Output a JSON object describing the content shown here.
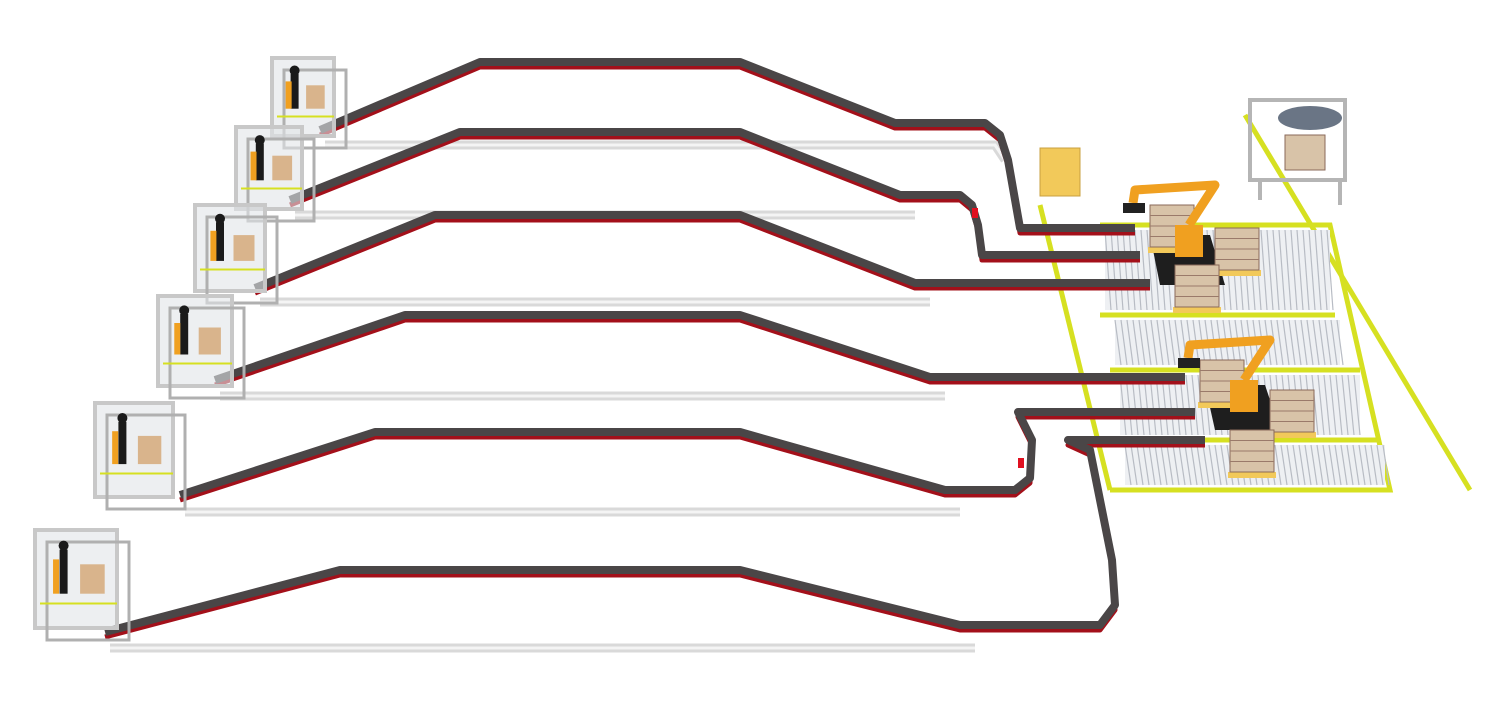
{
  "colors": {
    "background": "#ffffff",
    "conveyor_belt": "#4a4647",
    "conveyor_edge": "#a3101a",
    "return_rail": "#d9d9d9",
    "safety_frame": "#d6e021",
    "robot": "#f0a020",
    "station_frame": "#c8c8c8",
    "pallet_load": "#d8c3a8"
  },
  "scene": {
    "packing_station_count": 6,
    "conveyor_line_count": 6,
    "palletizing_robot_count": 2,
    "icons": [
      "packing-station-icon",
      "conveyor-icon",
      "palletizing-robot-icon",
      "pallet-icon",
      "stretch-wrapper-icon",
      "roller-conveyor-icon"
    ]
  }
}
